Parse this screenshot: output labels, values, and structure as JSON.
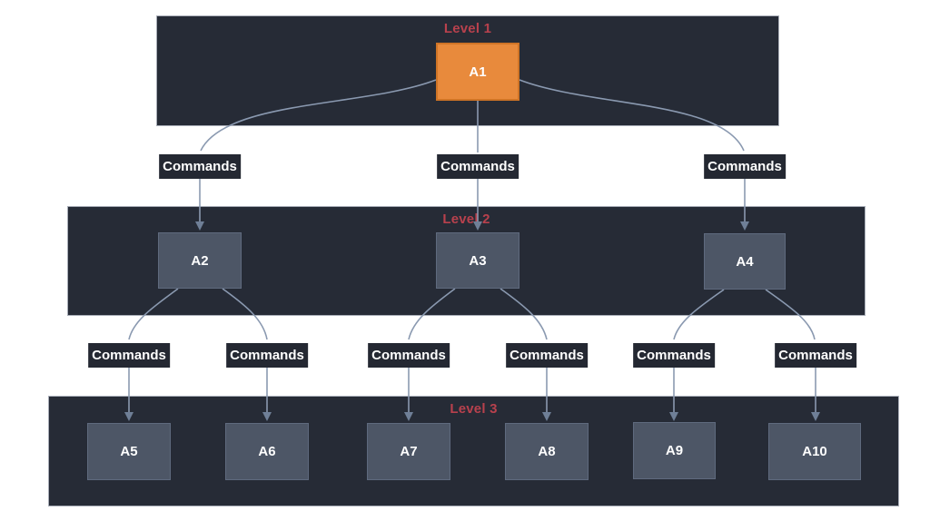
{
  "levels": [
    {
      "title": "Level 1",
      "nodes": [
        {
          "id": "A1",
          "label": "A1",
          "highlight": true
        }
      ]
    },
    {
      "title": "Level 2",
      "nodes": [
        {
          "id": "A2",
          "label": "A2"
        },
        {
          "id": "A3",
          "label": "A3"
        },
        {
          "id": "A4",
          "label": "A4"
        }
      ]
    },
    {
      "title": "Level 3",
      "nodes": [
        {
          "id": "A5",
          "label": "A5"
        },
        {
          "id": "A6",
          "label": "A6"
        },
        {
          "id": "A7",
          "label": "A7"
        },
        {
          "id": "A8",
          "label": "A8"
        },
        {
          "id": "A9",
          "label": "A9"
        },
        {
          "id": "A10",
          "label": "A10"
        }
      ]
    }
  ],
  "edges": [
    {
      "from": "A1",
      "to": "A2",
      "label": "Commands"
    },
    {
      "from": "A1",
      "to": "A3",
      "label": "Commands"
    },
    {
      "from": "A1",
      "to": "A4",
      "label": "Commands"
    },
    {
      "from": "A2",
      "to": "A5",
      "label": "Commands"
    },
    {
      "from": "A2",
      "to": "A6",
      "label": "Commands"
    },
    {
      "from": "A3",
      "to": "A7",
      "label": "Commands"
    },
    {
      "from": "A3",
      "to": "A8",
      "label": "Commands"
    },
    {
      "from": "A4",
      "to": "A9",
      "label": "Commands"
    },
    {
      "from": "A4",
      "to": "A10",
      "label": "Commands"
    }
  ],
  "colors": {
    "band_bg": "#262b36",
    "band_border": "#a9aeb8",
    "node_bg": "#4d5666",
    "node_border": "#5f6a7e",
    "root_bg": "#e88a3c",
    "root_border": "#cf7426",
    "edge": "#8a99b0",
    "arrow": "#6f7f97",
    "level_title": "#b8414d",
    "label_bg": "#242832",
    "text": "#ffffff",
    "page_bg": "#ffffff"
  }
}
